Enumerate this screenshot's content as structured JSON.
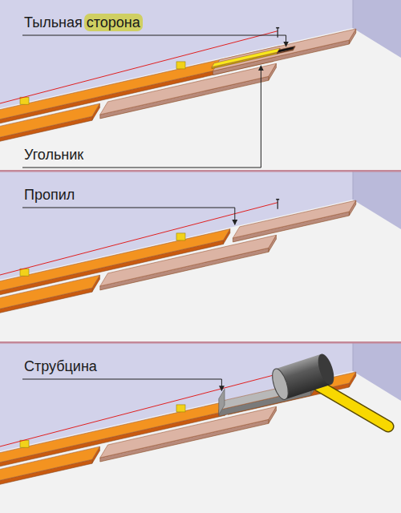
{
  "diagram": {
    "labels": [
      "Тыльная сторона",
      "Угольник",
      "Пропил",
      "Струбцина"
    ]
  }
}
